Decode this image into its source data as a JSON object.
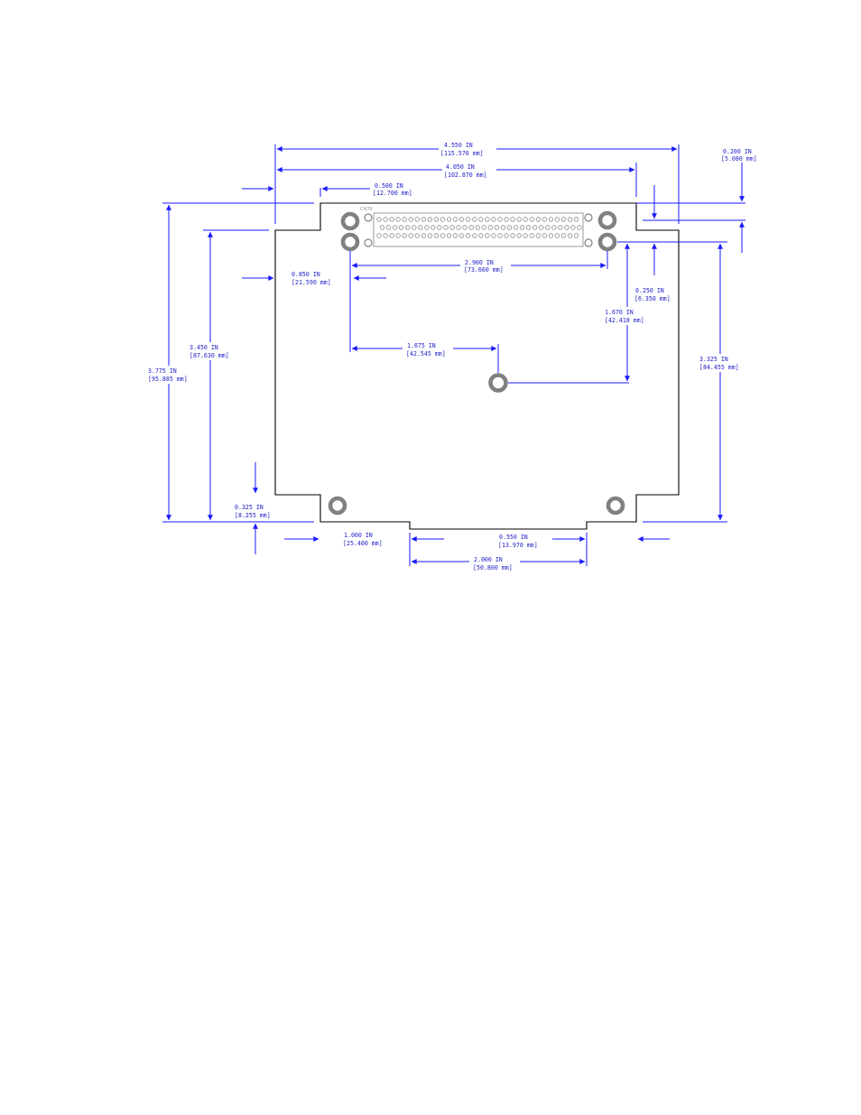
{
  "connector_label": "CN78",
  "dimensions": {
    "overall_width": {
      "in": "4.550 IN",
      "mm": "[115.570 mm]"
    },
    "inner_width": {
      "in": "4.050 IN",
      "mm": "[102.870 mm]"
    },
    "top_step": {
      "in": "0.500 IN",
      "mm": "[12.700 mm]"
    },
    "corner_offset": {
      "in": "0.200 IN",
      "mm": "[5.080 mm]"
    },
    "overall_height": {
      "in": "3.775 IN",
      "mm": "[95.885 mm]"
    },
    "inner_height": {
      "in": "3.450 IN",
      "mm": "[87.630 mm]"
    },
    "left_to_connector": {
      "in": "0.850 IN",
      "mm": "[21.590 mm]"
    },
    "hole_spacing": {
      "in": "2.900 IN",
      "mm": "[73.660 mm]"
    },
    "hole_offset_right": {
      "in": "0.250 IN",
      "mm": "[6.350 mm]"
    },
    "center_hole_vertical": {
      "in": "1.670 IN",
      "mm": "[42.418 mm]"
    },
    "center_hole_horizontal": {
      "in": "1.675 IN",
      "mm": "[42.545 mm]"
    },
    "right_height": {
      "in": "3.325 IN",
      "mm": "[84.455 mm]"
    },
    "bottom_step": {
      "in": "0.325 IN",
      "mm": "[8.255 mm]"
    },
    "bottom_left_notch": {
      "in": "1.000 IN",
      "mm": "[25.400 mm]"
    },
    "bottom_right_notch": {
      "in": "0.550 IN",
      "mm": "[13.970 mm]"
    },
    "bottom_cutout_width": {
      "in": "2.000 IN",
      "mm": "[50.800 mm]"
    }
  }
}
